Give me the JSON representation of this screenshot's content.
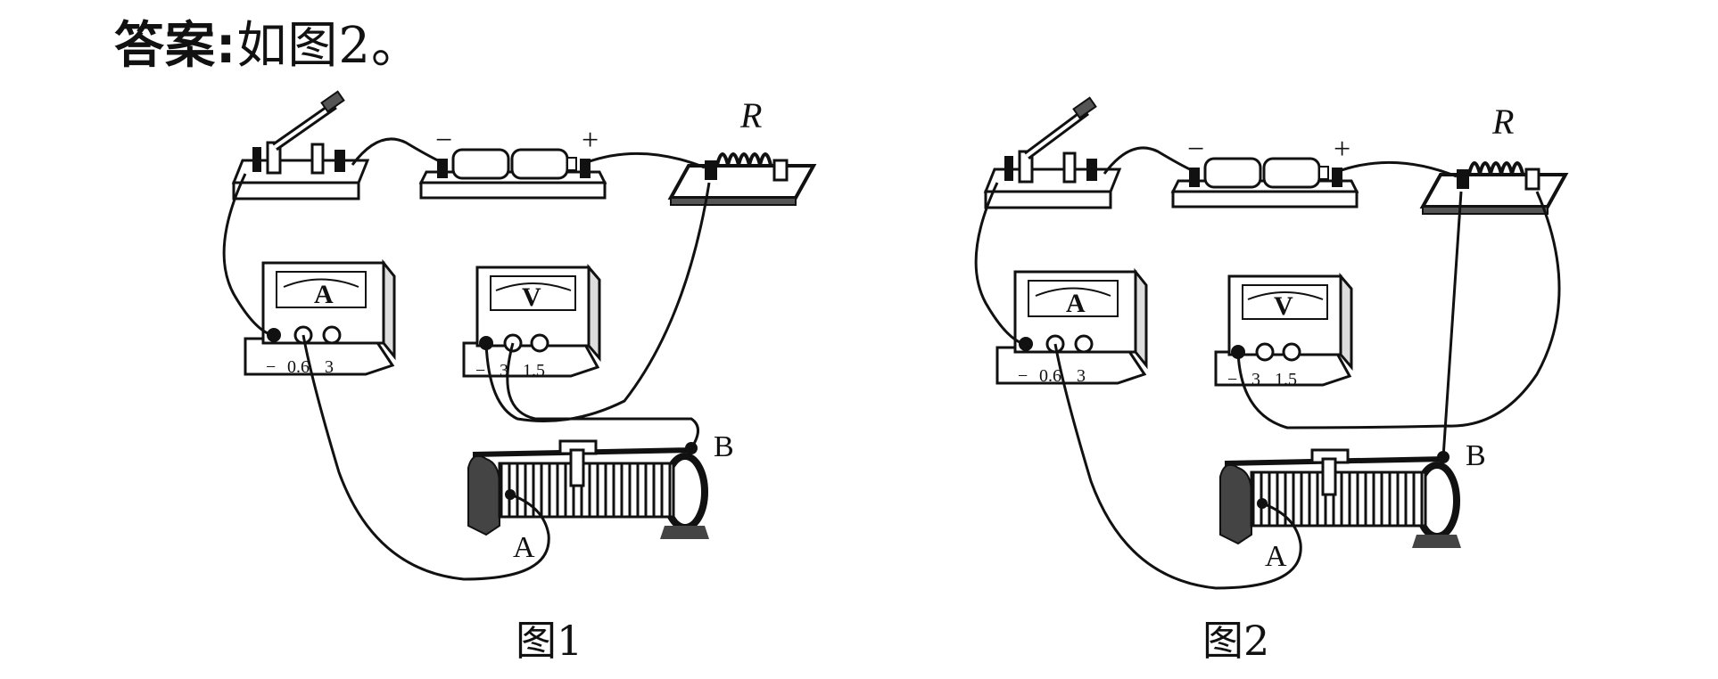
{
  "answer": {
    "label": "答案",
    "colon": ":",
    "text": "如图2。"
  },
  "figures": [
    {
      "caption": "图1",
      "resistor_label": "R",
      "battery_minus": "−",
      "battery_plus": "+",
      "ammeter_symbol": "A",
      "ammeter_terminals": [
        "−",
        "0.6",
        "3"
      ],
      "voltmeter_symbol": "V",
      "voltmeter_terminals": [
        "−",
        "3",
        "1.5"
      ],
      "rheostat_terminal_a": "A",
      "rheostat_terminal_b": "B"
    },
    {
      "caption": "图2",
      "resistor_label": "R",
      "battery_minus": "−",
      "battery_plus": "+",
      "ammeter_symbol": "A",
      "ammeter_terminals": [
        "−",
        "0.6",
        "3"
      ],
      "voltmeter_symbol": "V",
      "voltmeter_terminals": [
        "−",
        "3",
        "1.5"
      ],
      "rheostat_terminal_a": "A",
      "rheostat_terminal_b": "B"
    }
  ]
}
